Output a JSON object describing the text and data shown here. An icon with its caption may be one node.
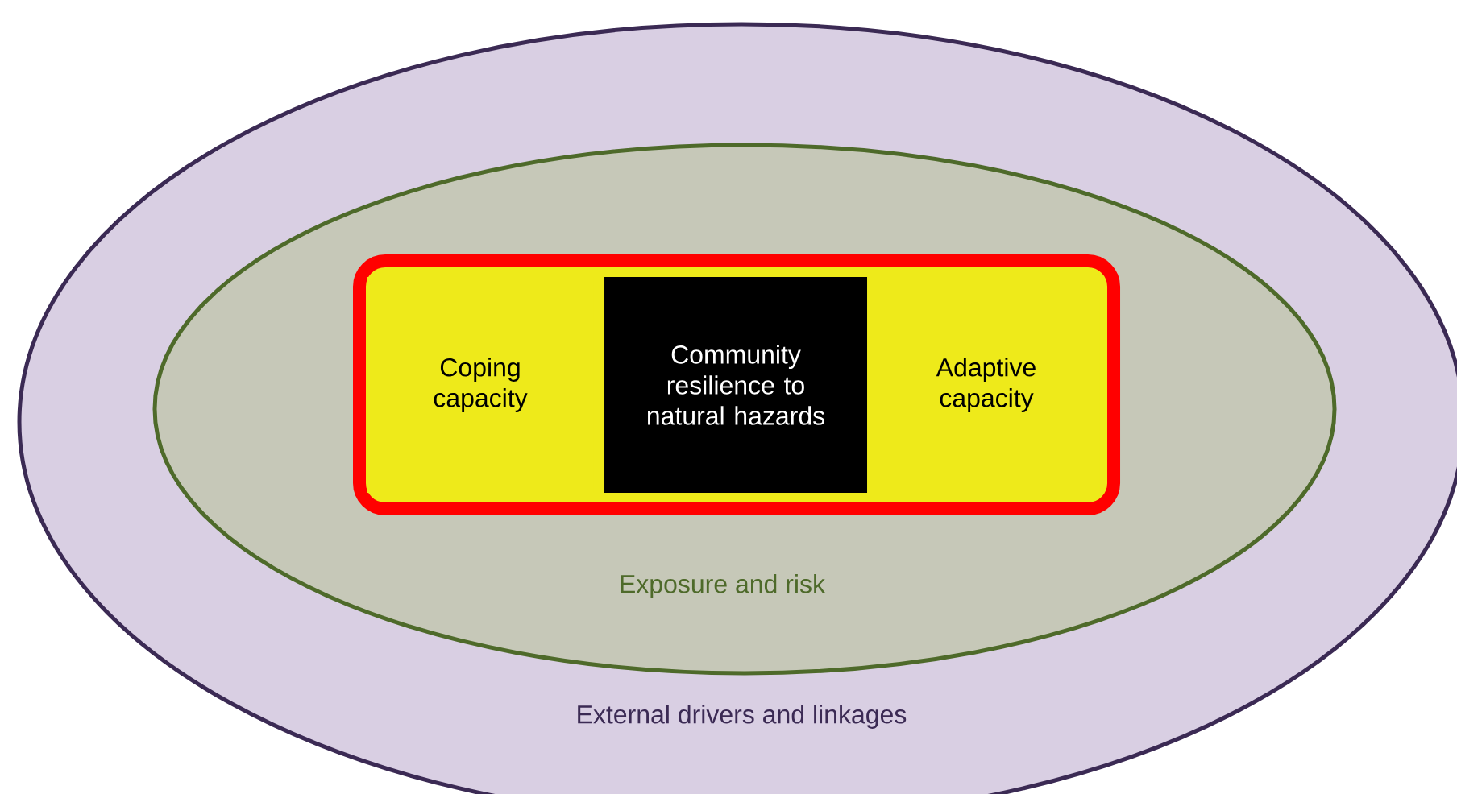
{
  "diagram": {
    "nodes": [
      {
        "text": [
          "External drivers and linkages"
        ]
      },
      {
        "text": [
          "Exposure and risk"
        ],
        "in": 0
      },
      {
        "text": [],
        "shape": "box",
        "in": 1
      },
      {
        "text": [
          "Coping capacity"
        ],
        "in": 2
      },
      {
        "text": [
          "Community resilience to natural hazards"
        ],
        "in": 2
      },
      {
        "text": [
          "Adaptive capacity"
        ],
        "in": 2
      }
    ]
  }
}
